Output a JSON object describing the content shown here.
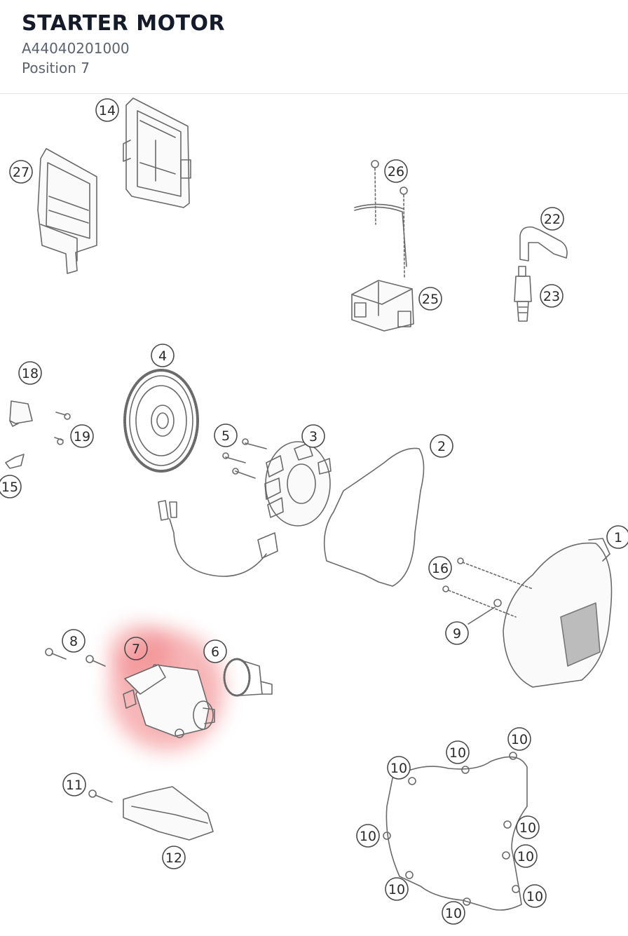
{
  "header": {
    "title": "STARTER MOTOR",
    "part_number": "A44040201000",
    "position": "Position 7"
  },
  "diagram": {
    "highlight_color": "#f0787c",
    "line_color": "#6a6a6a",
    "callouts": [
      {
        "id": "callout-14",
        "label": "14"
      },
      {
        "id": "callout-27",
        "label": "27"
      },
      {
        "id": "callout-26",
        "label": "26"
      },
      {
        "id": "callout-22",
        "label": "22"
      },
      {
        "id": "callout-25",
        "label": "25"
      },
      {
        "id": "callout-23",
        "label": "23"
      },
      {
        "id": "callout-4",
        "label": "4"
      },
      {
        "id": "callout-18",
        "label": "18"
      },
      {
        "id": "callout-19",
        "label": "19"
      },
      {
        "id": "callout-15",
        "label": "15"
      },
      {
        "id": "callout-5",
        "label": "5"
      },
      {
        "id": "callout-3",
        "label": "3"
      },
      {
        "id": "callout-2",
        "label": "2"
      },
      {
        "id": "callout-1",
        "label": "1"
      },
      {
        "id": "callout-16",
        "label": "16"
      },
      {
        "id": "callout-9",
        "label": "9"
      },
      {
        "id": "callout-8",
        "label": "8"
      },
      {
        "id": "callout-7",
        "label": "7",
        "highlighted": true
      },
      {
        "id": "callout-6",
        "label": "6"
      },
      {
        "id": "callout-10a",
        "label": "10"
      },
      {
        "id": "callout-10b",
        "label": "10"
      },
      {
        "id": "callout-10c",
        "label": "10"
      },
      {
        "id": "callout-10d",
        "label": "10"
      },
      {
        "id": "callout-10e",
        "label": "10"
      },
      {
        "id": "callout-10f",
        "label": "10"
      },
      {
        "id": "callout-10g",
        "label": "10"
      },
      {
        "id": "callout-10h",
        "label": "10"
      },
      {
        "id": "callout-10i",
        "label": "10"
      },
      {
        "id": "callout-11",
        "label": "11"
      },
      {
        "id": "callout-12",
        "label": "12"
      }
    ]
  }
}
